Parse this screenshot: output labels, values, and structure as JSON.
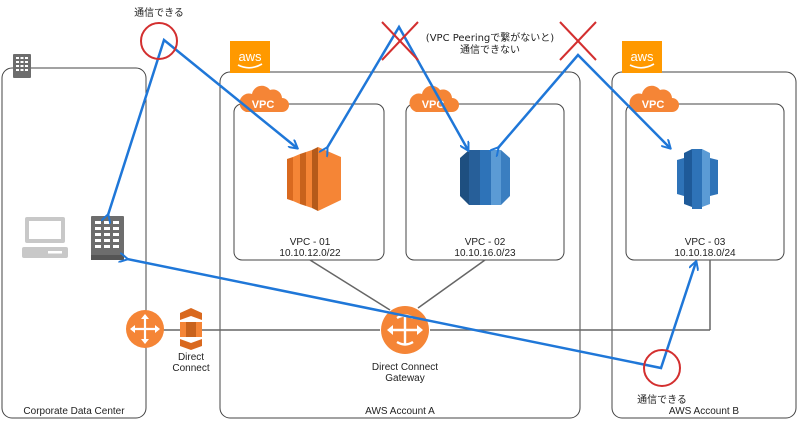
{
  "title": "AWS Direct Connect Gateway multi-account VPC connectivity",
  "colors": {
    "blue_arrow": "#1f77d8",
    "red_mark": "#d32f2f",
    "aws_orange": "#ff9900",
    "vpc_orange": "#f58536",
    "db_blue": "#2e73b8",
    "line_gray": "#666666",
    "server_gray": "#6d6d6d",
    "laptop_gray": "#c8c8c8"
  },
  "groups": {
    "corporate": {
      "label": "Corporate Data Center"
    },
    "account_a": {
      "label": "AWS Account A",
      "badge": "aws"
    },
    "account_b": {
      "label": "AWS Account B",
      "badge": "aws"
    }
  },
  "vpcs": [
    {
      "badge": "VPC",
      "name": "VPC - 01",
      "cidr": "10.10.12.0/22",
      "service": "EC2"
    },
    {
      "badge": "VPC",
      "name": "VPC - 02",
      "cidr": "10.10.16.0/23",
      "service": "RDS"
    },
    {
      "badge": "VPC",
      "name": "VPC - 03",
      "cidr": "10.10.18.0/24",
      "service": "Redshift"
    }
  ],
  "nodes": {
    "direct_connect": {
      "line1": "Direct",
      "line2": "Connect"
    },
    "dx_gateway": {
      "line1": "Direct Connect",
      "line2": "Gateway"
    }
  },
  "annotations": {
    "ok_top": "通信できる",
    "ok_bottom": "通信できる",
    "ng_line1": "(VPC Peeringで繋がないと)",
    "ng_line2": "通信できない"
  }
}
